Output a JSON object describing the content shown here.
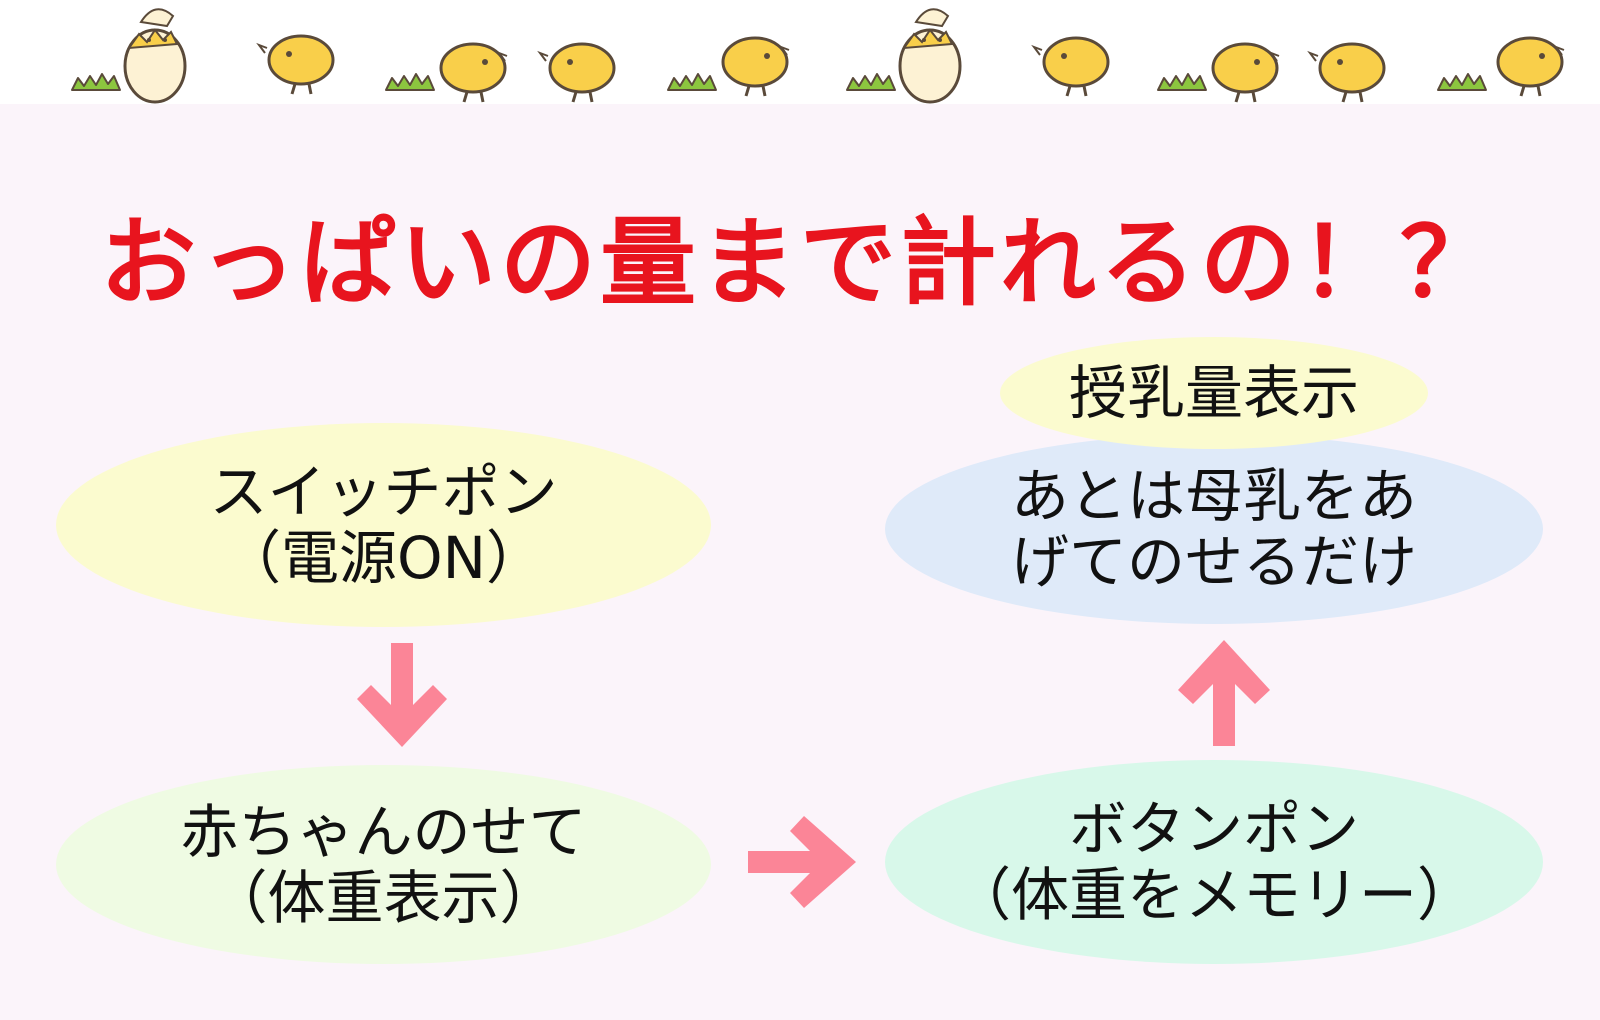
{
  "title": "おっぱいの量まで計れるの！？",
  "steps": [
    {
      "line1": "スイッチポン",
      "line2": "（電源ON）",
      "color": "#fbfbcf"
    },
    {
      "line1": "赤ちゃんのせて",
      "line2": "（体重表示）",
      "color": "#effbe3"
    },
    {
      "line1": "ボタンポン",
      "line2": "（体重をメモリー）",
      "color": "#d8f8ea"
    },
    {
      "line1": "あとは母乳をあ",
      "line2": "げてのせるだけ",
      "color": "#dfeaf9"
    },
    {
      "line1": "授乳量表示",
      "color": "#fbfbcf"
    }
  ],
  "colors": {
    "title": "#e8141e",
    "arrow": "#fb8597",
    "background": "#fbf4fa"
  },
  "decor": {
    "icons": [
      "chick-icon",
      "egg-chick-icon",
      "grass-icon"
    ]
  }
}
